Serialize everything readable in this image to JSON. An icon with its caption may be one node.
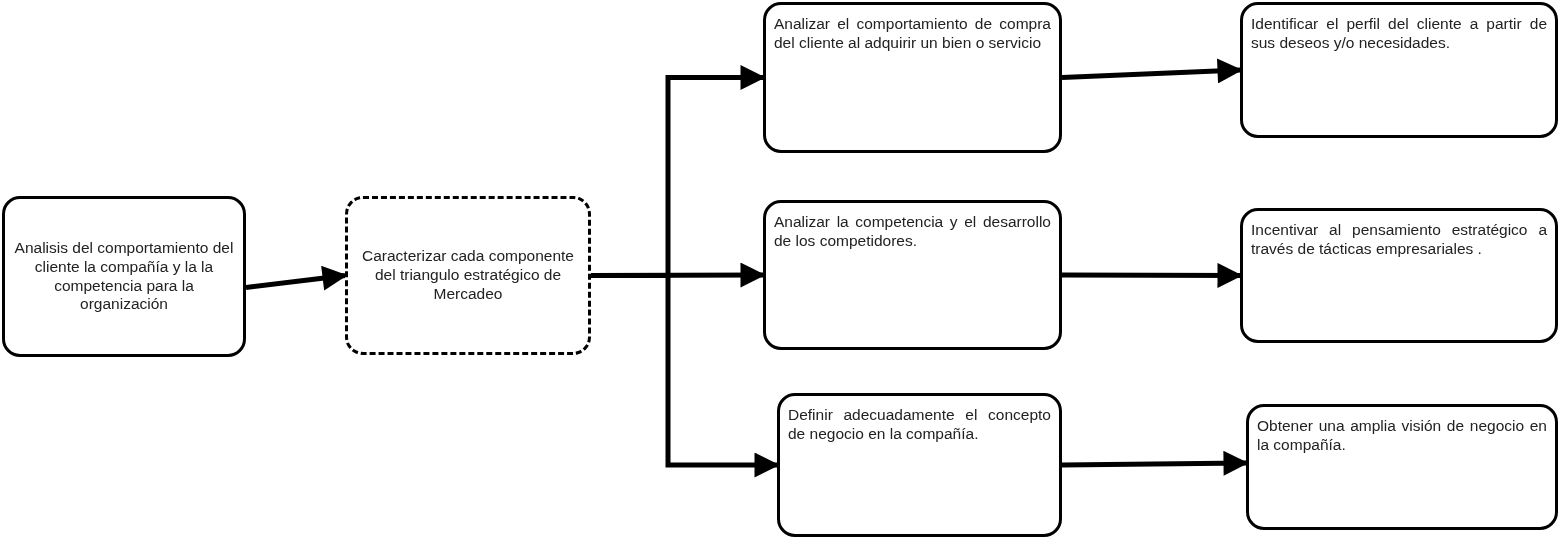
{
  "diagram": {
    "nodes": [
      {
        "text": [
          "Analisis del comportamiento del cliente la compañía y la la competencia para la organización"
        ]
      },
      {
        "text": [
          "Caracterizar cada componente del triangulo estratégico de Mercadeo"
        ]
      },
      {
        "text": [
          "Analizar el comportamiento de compra del cliente al adquirir un bien o servicio"
        ]
      },
      {
        "text": [
          "Identificar el perfil del cliente a partir de sus deseos y/o necesidades."
        ]
      },
      {
        "text": [
          "Analizar la competencia y el desarrollo de los competidores."
        ]
      },
      {
        "text": [
          "Incentivar al pensamiento estratégico a través de tácticas empresariales ."
        ]
      },
      {
        "text": [
          "Definir adecuadamente el concepto de negocio en la compañía."
        ]
      },
      {
        "text": [
          "Obtener una amplia visión de negocio en la compañía."
        ]
      }
    ],
    "edges": [
      {
        "from": 0,
        "to": 1,
        "arrow": "to"
      },
      {
        "from": 1,
        "to": 2,
        "arrow": "to"
      },
      {
        "from": 1,
        "to": 4,
        "arrow": "to"
      },
      {
        "from": 1,
        "to": 6,
        "arrow": "to"
      },
      {
        "from": 2,
        "to": 3,
        "arrow": "to"
      },
      {
        "from": 4,
        "to": 5,
        "arrow": "to"
      },
      {
        "from": 6,
        "to": 7,
        "arrow": "to"
      }
    ]
  }
}
